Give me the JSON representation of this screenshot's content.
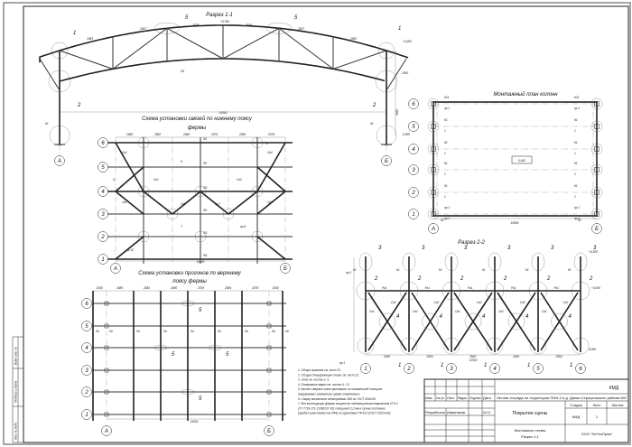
{
  "section_1_1": {
    "title": "Разрез 1-1",
    "span_dim": "15500",
    "height_dim": "3950",
    "top_mark": "+5,780",
    "eave_mark": "+4,300",
    "base_mark": "0,000",
    "overhang_dim": "1500",
    "chord_dims": [
      "2583",
      "2607",
      "2576",
      "2576",
      "2607",
      "2583"
    ],
    "callouts": [
      "1",
      "2",
      "5",
      "5",
      "2",
      "1"
    ],
    "members": [
      "Ф1",
      "К1",
      "К1"
    ],
    "axes": [
      "А",
      "Б"
    ]
  },
  "plan_lower_bracing": {
    "title_line1": "Схема установки связей по нижнему поясу",
    "title_line2": "фермы",
    "span_dims": [
      "2580",
      "2582",
      "2580",
      "2576",
      "2584",
      "2578"
    ],
    "total_dim": "15500",
    "row_axes": [
      "6",
      "5",
      "4",
      "3",
      "2",
      "1"
    ],
    "col_axes": [
      "А",
      "Б"
    ],
    "chords": [
      "Ф1",
      "Ф2",
      "Ф3",
      "Ф2",
      "Ф3",
      "Ф4"
    ],
    "labels": [
      "Св1",
      "Св2",
      "7",
      "пр 7",
      "пр 6",
      "пр 10",
      "6",
      "8",
      "9"
    ]
  },
  "column_plan": {
    "title": "Монтажный план колонн",
    "center_mark": "0,000",
    "total_dim": "15500",
    "row_axes": [
      "6",
      "5",
      "4",
      "3",
      "2",
      "1"
    ],
    "col_axes": [
      "А",
      "Б"
    ],
    "labels": [
      "К21",
      "пр 1",
      "К1",
      "1",
      "К2"
    ]
  },
  "plan_purlins": {
    "title_line1": "Схема установки прогонов по верхнему",
    "title_line2": "поясу фермы",
    "span_dims": [
      "1350",
      "2580",
      "2582",
      "2580",
      "2576",
      "2584",
      "2578",
      "1350"
    ],
    "total_dim": "15500",
    "row_axes": [
      "6",
      "5",
      "4",
      "3",
      "2",
      "1"
    ],
    "col_axes": [
      "А",
      "Б"
    ],
    "labels": [
      "Пг",
      "5"
    ]
  },
  "section_2_2": {
    "title": "Разрез 2-2",
    "axes": [
      "1",
      "2",
      "3",
      "4",
      "5",
      "6"
    ],
    "span_dim": "2500",
    "total_dim": "12500",
    "top_mark": "+4,300",
    "mid_mark": "+3,000",
    "base_mark": "0,000",
    "labels": [
      "3",
      "2",
      "4",
      "1",
      "Рг1",
      "Св2",
      "Св1",
      "К1",
      "пр 2",
      "пр 1"
    ]
  },
  "notes": [
    "1.  Общие указания см. лист 01.",
    "2.  Общую спецификацию стали см. лист 22.",
    "3.  Узлы см. листы 2, 3.",
    "4.  Отправные марки см. листы 4...21.",
    "5.  Катет сварных швов принимать по наименьшей толщине",
    "     свариваемых элементов, кроме отмеченных.",
    "6.  Сварку выполнять электродами Э46 по ГОСТ 9264-80.",
    "7.  Все конструкции фермы защитить огнезащитным покрытием СГК-2",
    "     (ТУ 7719-171-21366137-02) толщиной 2,2 мм в сухом состоянии",
    "     (предел огнестойкости R45) по грунтовке ГФ-021 (ГОСТ 25129-82)."
  ],
  "title_block": {
    "code": "КМД",
    "project": "Летняя эстрада на территории ПНИ-2 в д. Данки Серпуховского района МО",
    "col_headers": [
      "Изм.",
      "Кол.уч.",
      "Лист",
      "№док.",
      "Подпись",
      "Дата"
    ],
    "developer_role": "Разработал",
    "developer_name": "Иванников",
    "developer_date": "04.13",
    "object": "Покрытие сцены",
    "stage_label": "Стадия",
    "sheet_label": "Лист",
    "sheets_label": "Листов",
    "stage": "КМД",
    "sheet": "1",
    "sheets": "",
    "drawing_line1": "Монтажные схемы",
    "drawing_line2": "Разрез 1-1",
    "company": "ООО \"НеТекПром\""
  },
  "side_stamp": [
    "Взам. инв. №",
    "Подпись и дата",
    "Инв. № подл."
  ]
}
